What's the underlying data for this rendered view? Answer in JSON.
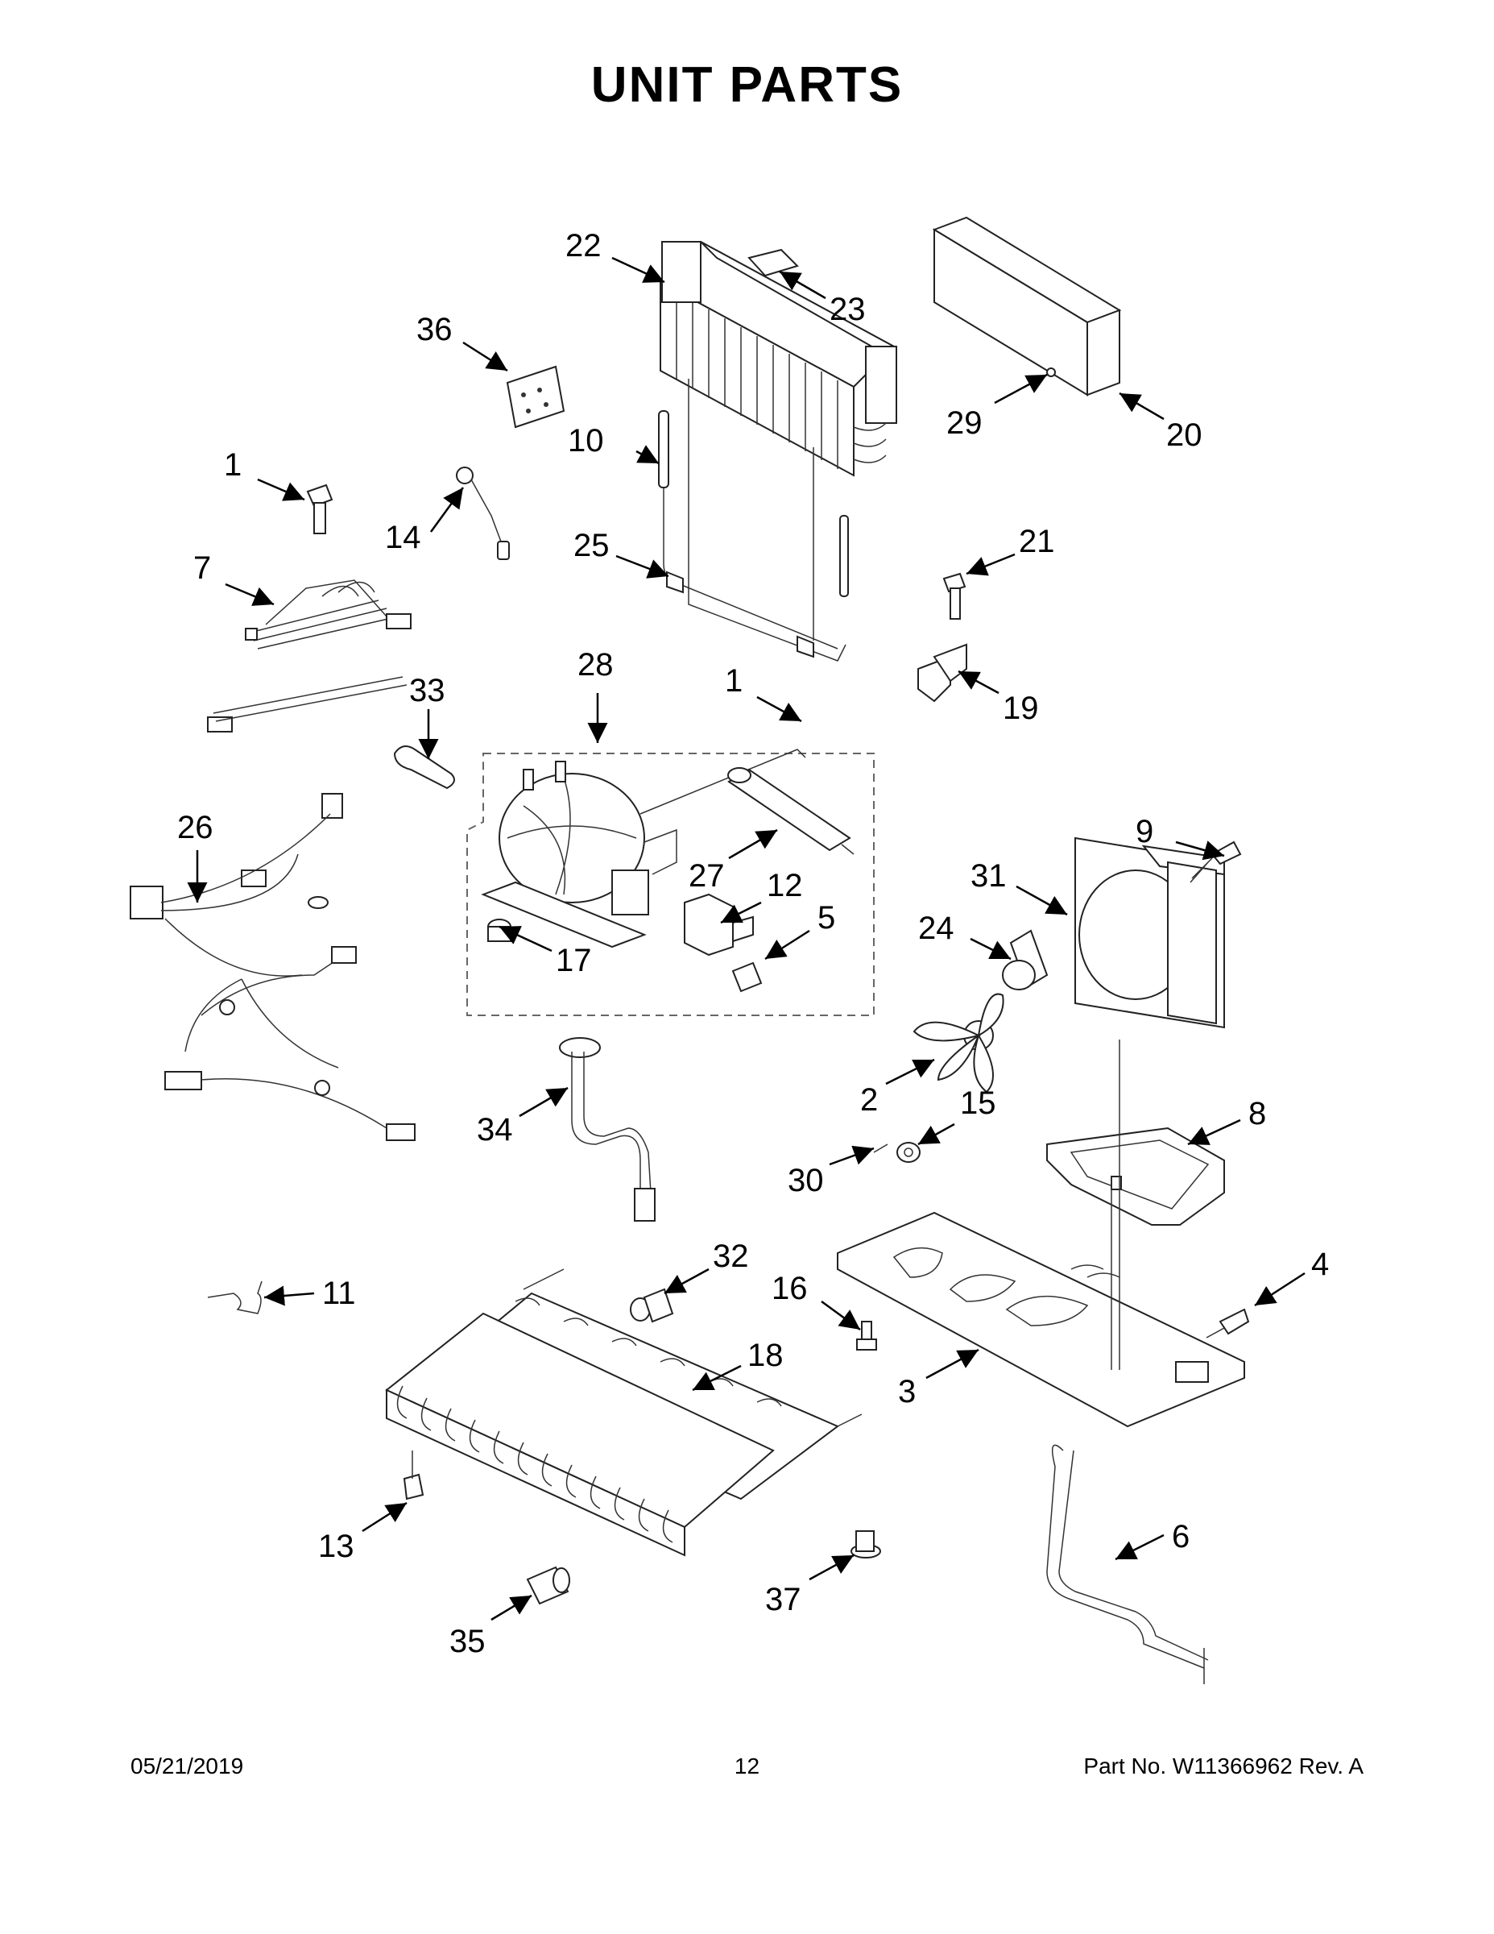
{
  "title": "UNIT PARTS",
  "footer": {
    "date": "05/21/2019",
    "page": "12",
    "part_no": "Part No.  W11366962  Rev.  A"
  },
  "callouts": [
    "22",
    "23",
    "36",
    "29",
    "20",
    "10",
    "1",
    "14",
    "25",
    "21",
    "7",
    "19",
    "33",
    "28",
    "1",
    "26",
    "27",
    "12",
    "5",
    "9",
    "31",
    "24",
    "17",
    "2",
    "15",
    "8",
    "34",
    "30",
    "4",
    "32",
    "16",
    "11",
    "18",
    "3",
    "6",
    "13",
    "37",
    "35"
  ]
}
